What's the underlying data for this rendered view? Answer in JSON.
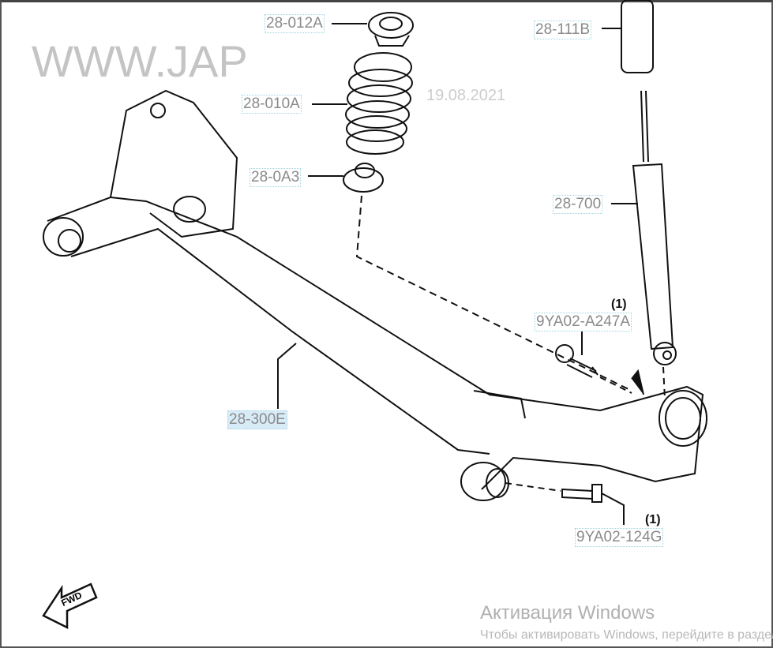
{
  "watermark": "WWW.JAP",
  "watermark_date": "19.08.2021",
  "callouts": [
    {
      "id": "28-012A",
      "label": "28-012A"
    },
    {
      "id": "28-010A",
      "label": "28-010A"
    },
    {
      "id": "28-0A3",
      "label": "28-0A3"
    },
    {
      "id": "28-111B",
      "label": "28-111B"
    },
    {
      "id": "28-700",
      "label": "28-700"
    },
    {
      "id": "9YA02-A247A",
      "label": "9YA02-A247A",
      "qty": "(1)"
    },
    {
      "id": "28-300E",
      "label": "28-300E",
      "selected": true
    },
    {
      "id": "9YA02-124G",
      "label": "9YA02-124G",
      "qty": "(1)"
    }
  ],
  "fwd_label": "FWD",
  "activation": {
    "title": "Активация Windows",
    "subtitle": "Чтобы активировать Windows, перейдите в раздел"
  }
}
